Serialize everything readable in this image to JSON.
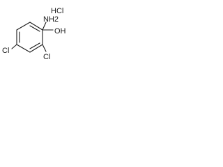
{
  "structure": {
    "salt_label": "HCl",
    "amine_label": "NH2",
    "hydroxyl_label": "OH",
    "chloro_left_label": "Cl",
    "chloro_bottom_label": "Cl"
  },
  "colors": {
    "ink": "#1a1a1a",
    "background": "#ffffff"
  }
}
